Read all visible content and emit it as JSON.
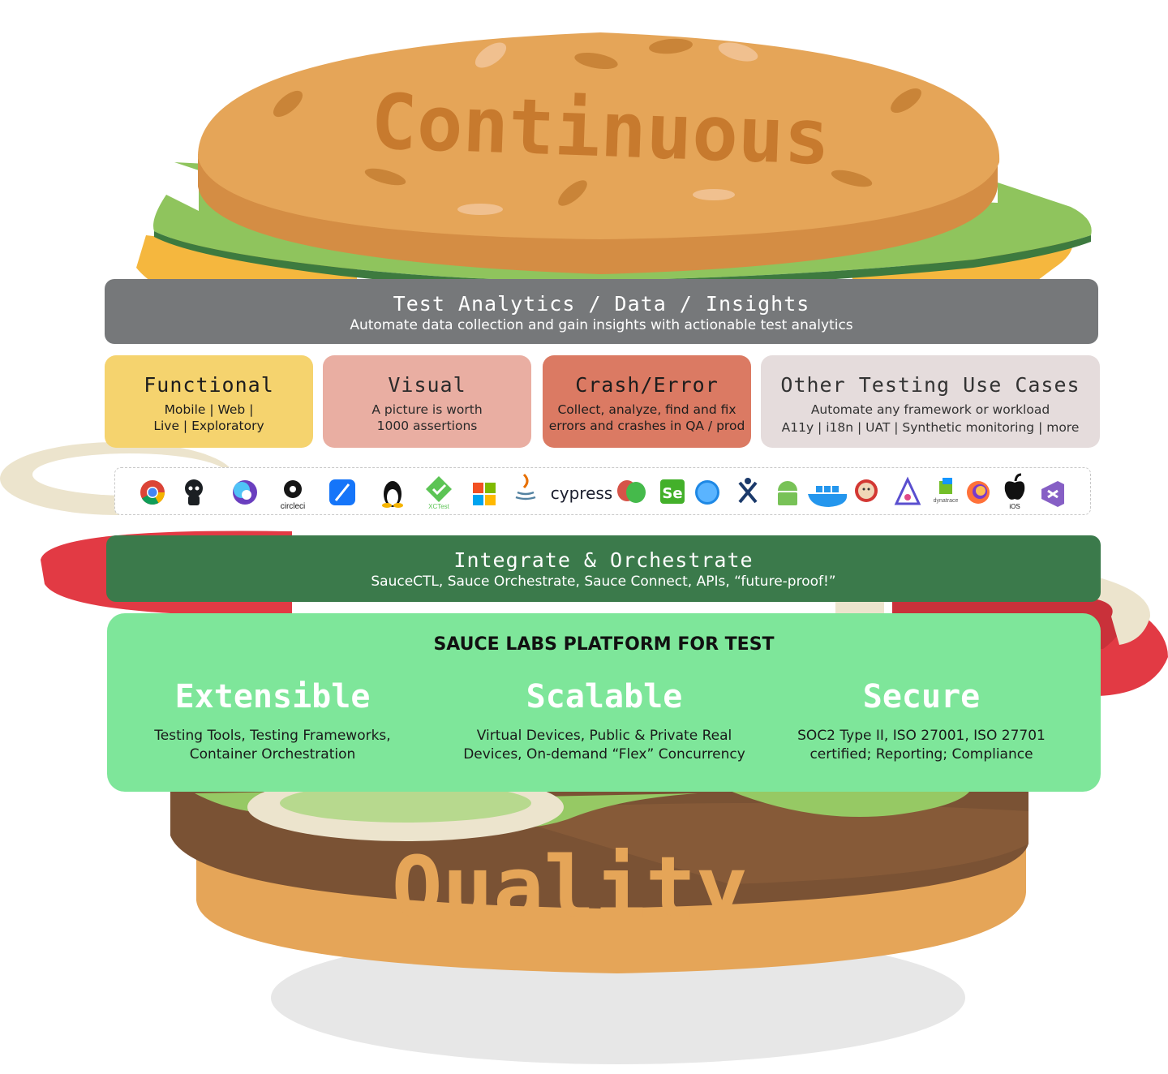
{
  "burger": {
    "top_word": "Continuous",
    "bottom_word": "Quality",
    "colors": {
      "bun": "#e5a558",
      "bun_side": "#d48d44",
      "lettuce": "#96c964",
      "cheese": "#f5b73e",
      "tomato": "#e23a44",
      "onion": "#ece4cd",
      "patty": "#7a5234"
    }
  },
  "analytics": {
    "title": "Test Analytics / Data / Insights",
    "subtitle": "Automate data collection and gain insights with actionable test analytics"
  },
  "cards": [
    {
      "title": "Functional",
      "lines": [
        "Mobile | Web |",
        "Live | Exploratory"
      ]
    },
    {
      "title": "Visual",
      "lines": [
        "A picture is worth",
        "1000 assertions"
      ]
    },
    {
      "title": "Crash/Error",
      "lines": [
        "Collect, analyze, find and fix",
        "errors and crashes in QA / prod"
      ]
    },
    {
      "title": "Other Testing Use Cases",
      "lines": [
        "Automate any framework or workload",
        "A11y | i18n |  UAT |  Synthetic monitoring | more"
      ]
    }
  ],
  "logos": {
    "circleci": "circleci",
    "xctest": "XCTest",
    "cypress": "cypress",
    "dynatrace": "dynatrace",
    "ios": "iOS",
    "items": [
      "chrome-icon",
      "github-icon",
      "appium-icon",
      "circleci-icon",
      "xcode-icon",
      "linux-icon",
      "xctest-icon",
      "windows-icon",
      "java-icon",
      "cypress-icon",
      "playwright-icon",
      "selenium-icon",
      "safari-icon",
      "espresso-icon",
      "android-icon",
      "docker-icon",
      "jenkins-icon",
      "testfairy-icon",
      "dynatrace-icon",
      "firefox-icon",
      "apple-icon",
      "visual-studio-icon"
    ]
  },
  "integrate": {
    "title": "Integrate & Orchestrate",
    "subtitle": "SauceCTL, Sauce Orchestrate, Sauce Connect, APIs, “future-proof!”"
  },
  "platform": {
    "heading": "SAUCE LABS PLATFORM FOR TEST",
    "pillars": [
      {
        "title": "Extensible",
        "lines": [
          "Testing Tools, Testing Frameworks,",
          "Container Orchestration"
        ]
      },
      {
        "title": "Scalable",
        "lines": [
          "Virtual Devices, Public & Private Real",
          "Devices, On-demand “Flex” Concurrency"
        ]
      },
      {
        "title": "Secure",
        "lines": [
          "SOC2 Type II, ISO 27001, ISO 27701",
          "certified; Reporting; Compliance"
        ]
      }
    ]
  }
}
